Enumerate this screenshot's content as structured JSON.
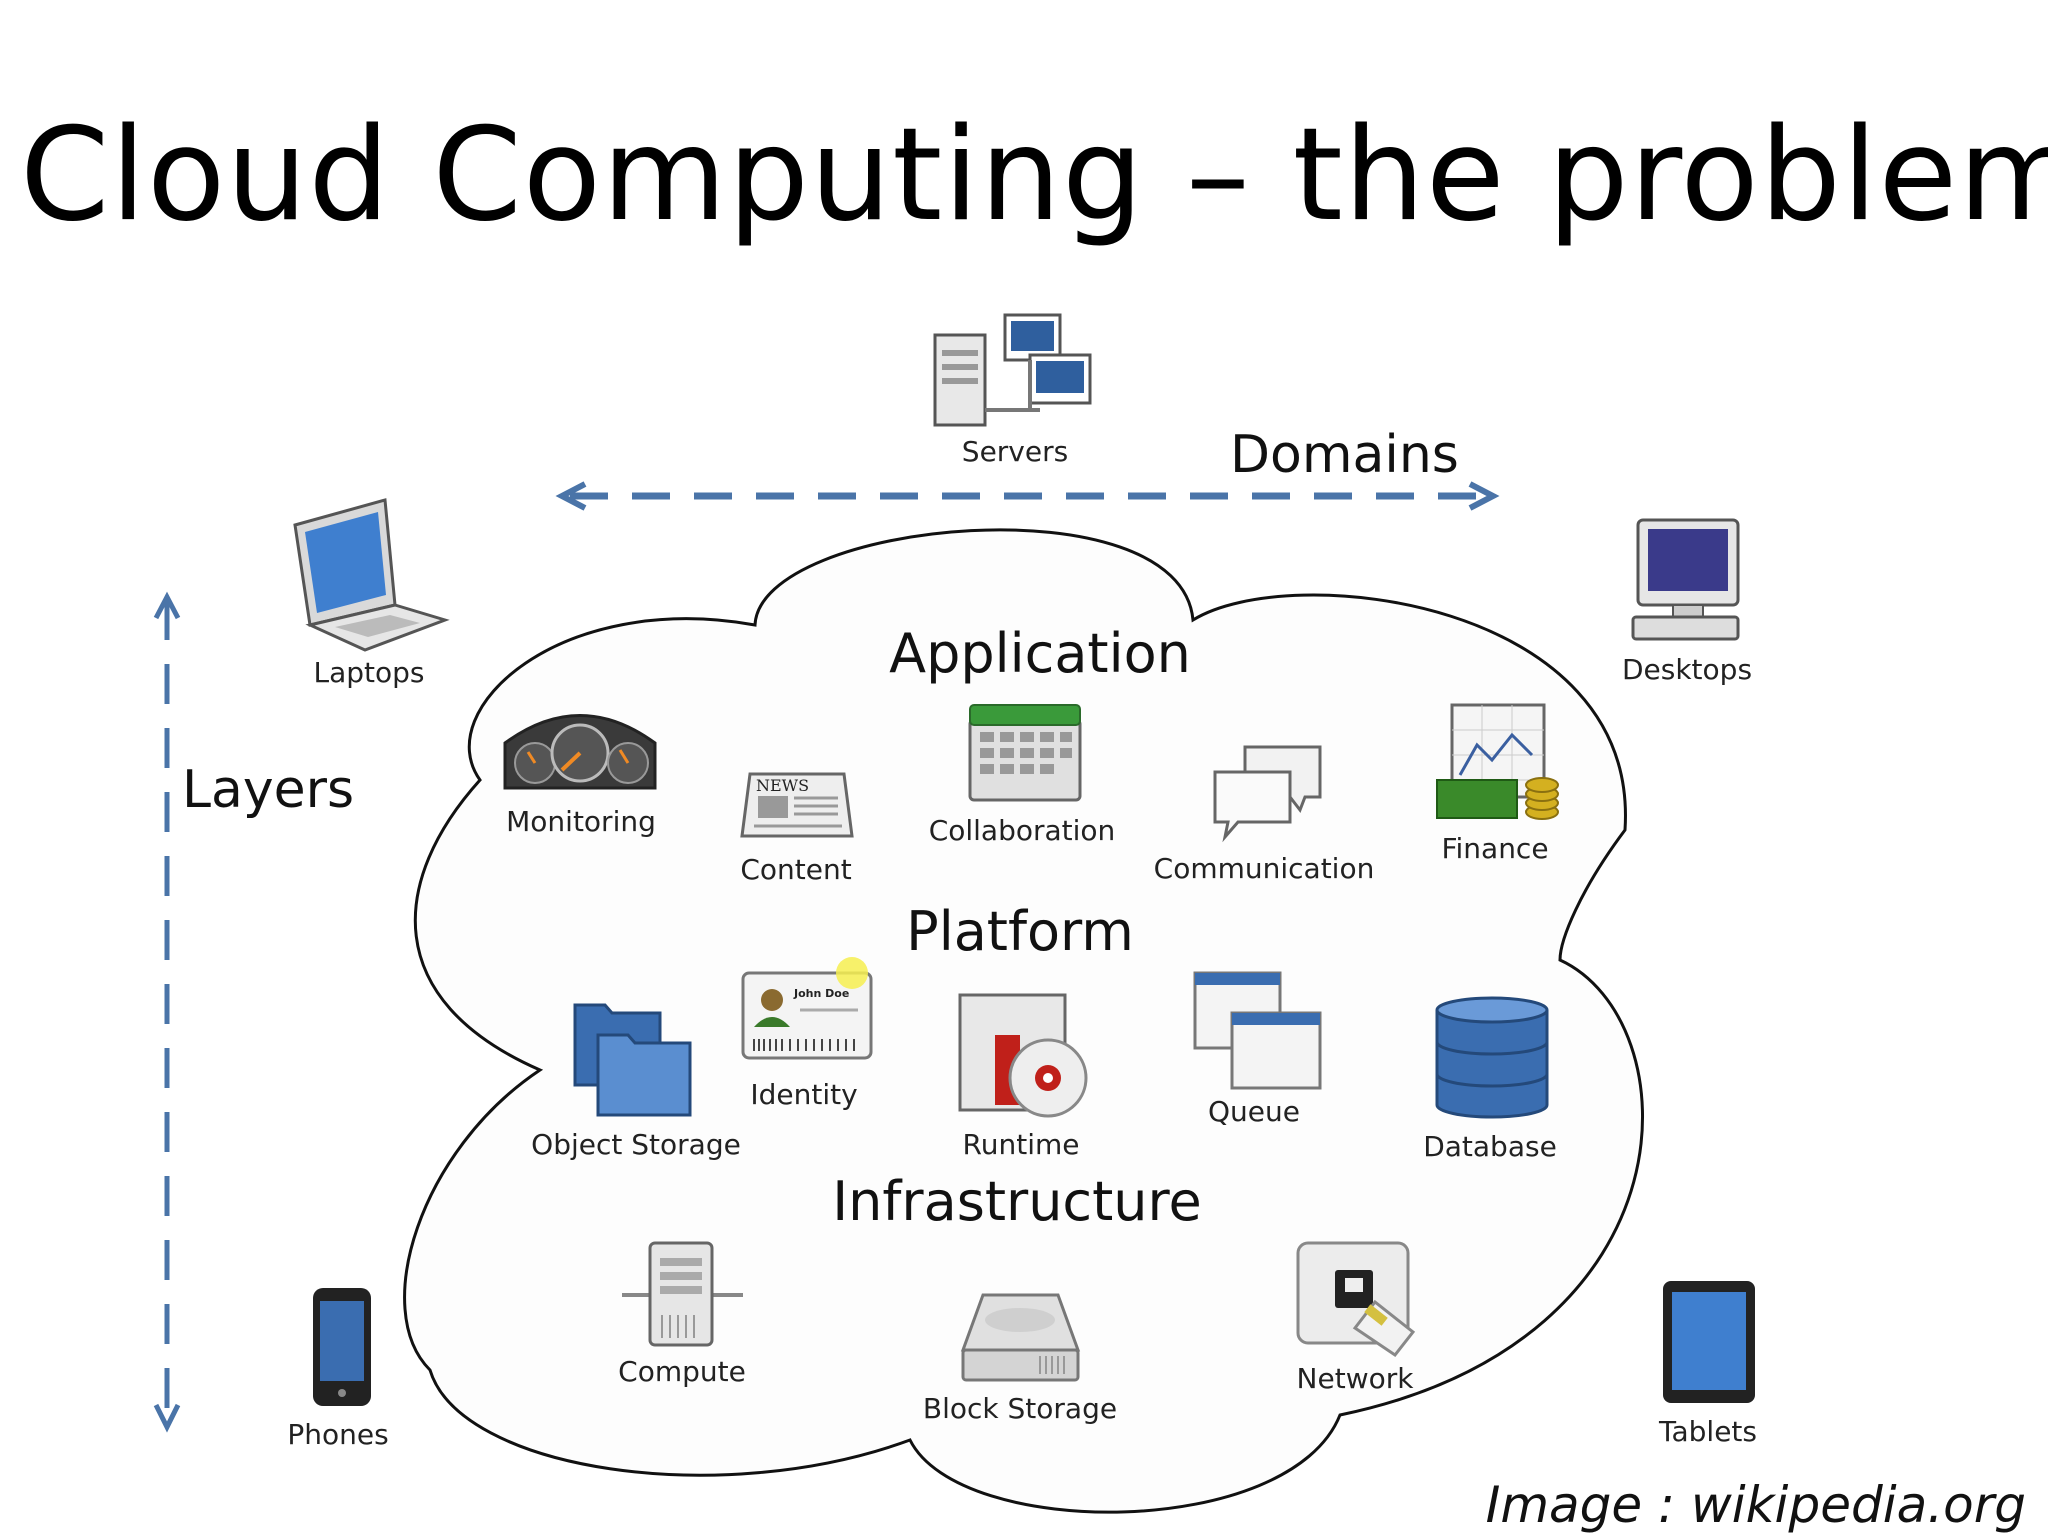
{
  "title": "Cloud Computing – the problem",
  "axes": {
    "domains": "Domains",
    "layers": "Layers"
  },
  "layers": {
    "application": "Application",
    "platform": "Platform",
    "infrastructure": "Infrastructure"
  },
  "devices": {
    "servers": "Servers",
    "laptops": "Laptops",
    "desktops": "Desktops",
    "phones": "Phones",
    "tablets": "Tablets"
  },
  "application_items": {
    "monitoring": "Monitoring",
    "content": "Content",
    "collaboration": "Collaboration",
    "communication": "Communication",
    "finance": "Finance"
  },
  "platform_items": {
    "identity": "Identity",
    "object_storage": "Object Storage",
    "runtime": "Runtime",
    "queue": "Queue",
    "database": "Database"
  },
  "infrastructure_items": {
    "compute": "Compute",
    "block_storage": "Block Storage",
    "network": "Network"
  },
  "icon_text": {
    "news": "NEWS",
    "id_name": "John Doe"
  },
  "credit": "Image : wikipedia.org",
  "colors": {
    "arrow": "#4a74a8",
    "cloud_stroke": "#111111",
    "icon_blue": "#3a6db0"
  }
}
